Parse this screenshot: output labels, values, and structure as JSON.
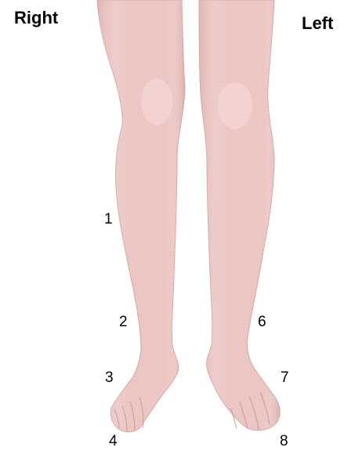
{
  "labels": {
    "right_side": "Right",
    "left_side": "Left"
  },
  "points": {
    "p1": "1",
    "p2": "2",
    "p3": "3",
    "p4": "4",
    "p6": "6",
    "p7": "7",
    "p8": "8"
  },
  "colors": {
    "skin": "#efc9c6",
    "skin_shadow": "#d9a9a6",
    "skin_highlight": "#f6dcda",
    "text": "#000000"
  }
}
